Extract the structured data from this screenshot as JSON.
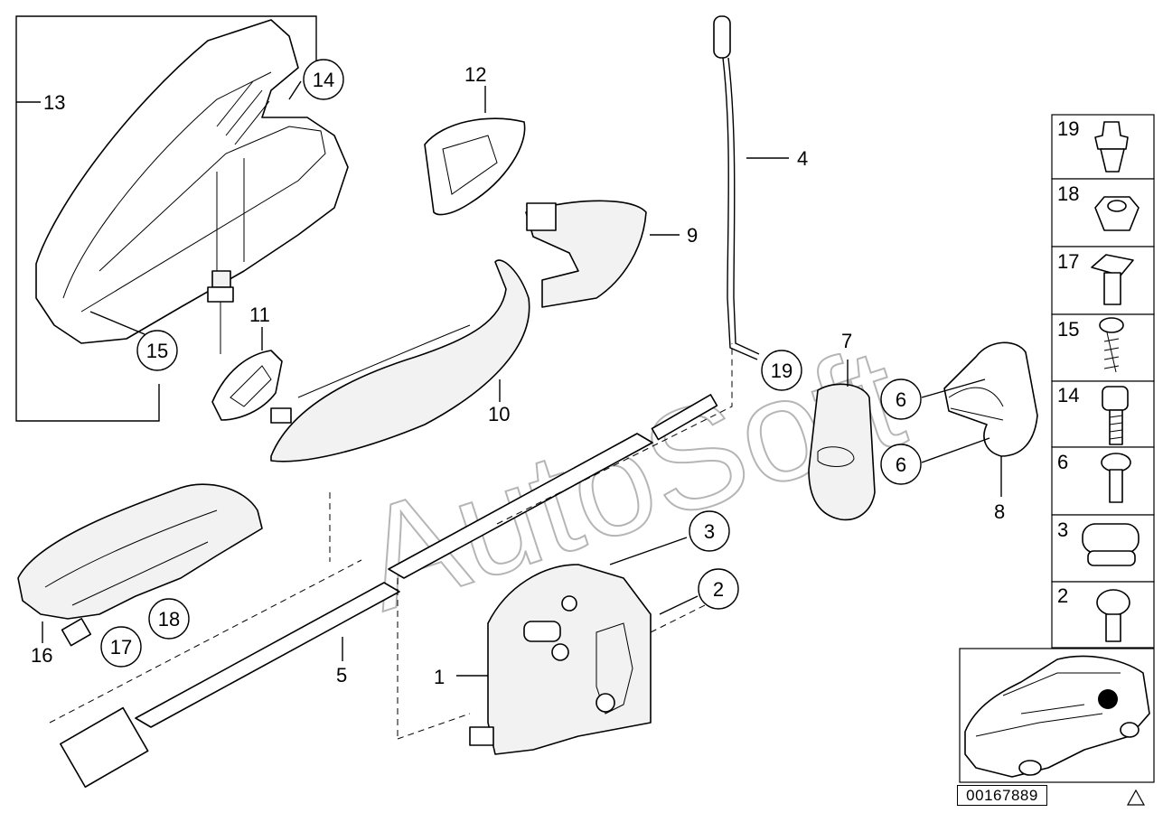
{
  "callouts": {
    "c1": "1",
    "c2": "2",
    "c3": "3",
    "c4": "4",
    "c5": "5",
    "c6a": "6",
    "c6b": "6",
    "c7": "7",
    "c8": "8",
    "c9": "9",
    "c10": "10",
    "c11": "11",
    "c12": "12",
    "c13": "13",
    "c14": "14",
    "c15": "15",
    "c16": "16",
    "c17": "17",
    "c18": "18",
    "c19": "19"
  },
  "legend": {
    "items": [
      "19",
      "18",
      "17",
      "15",
      "14",
      "6",
      "3",
      "2"
    ]
  },
  "watermark": "AutoSoft",
  "reference_number": "00167889",
  "colors": {
    "line": "#000000",
    "watermark": "#b5b5b5",
    "marker": "#000000"
  }
}
